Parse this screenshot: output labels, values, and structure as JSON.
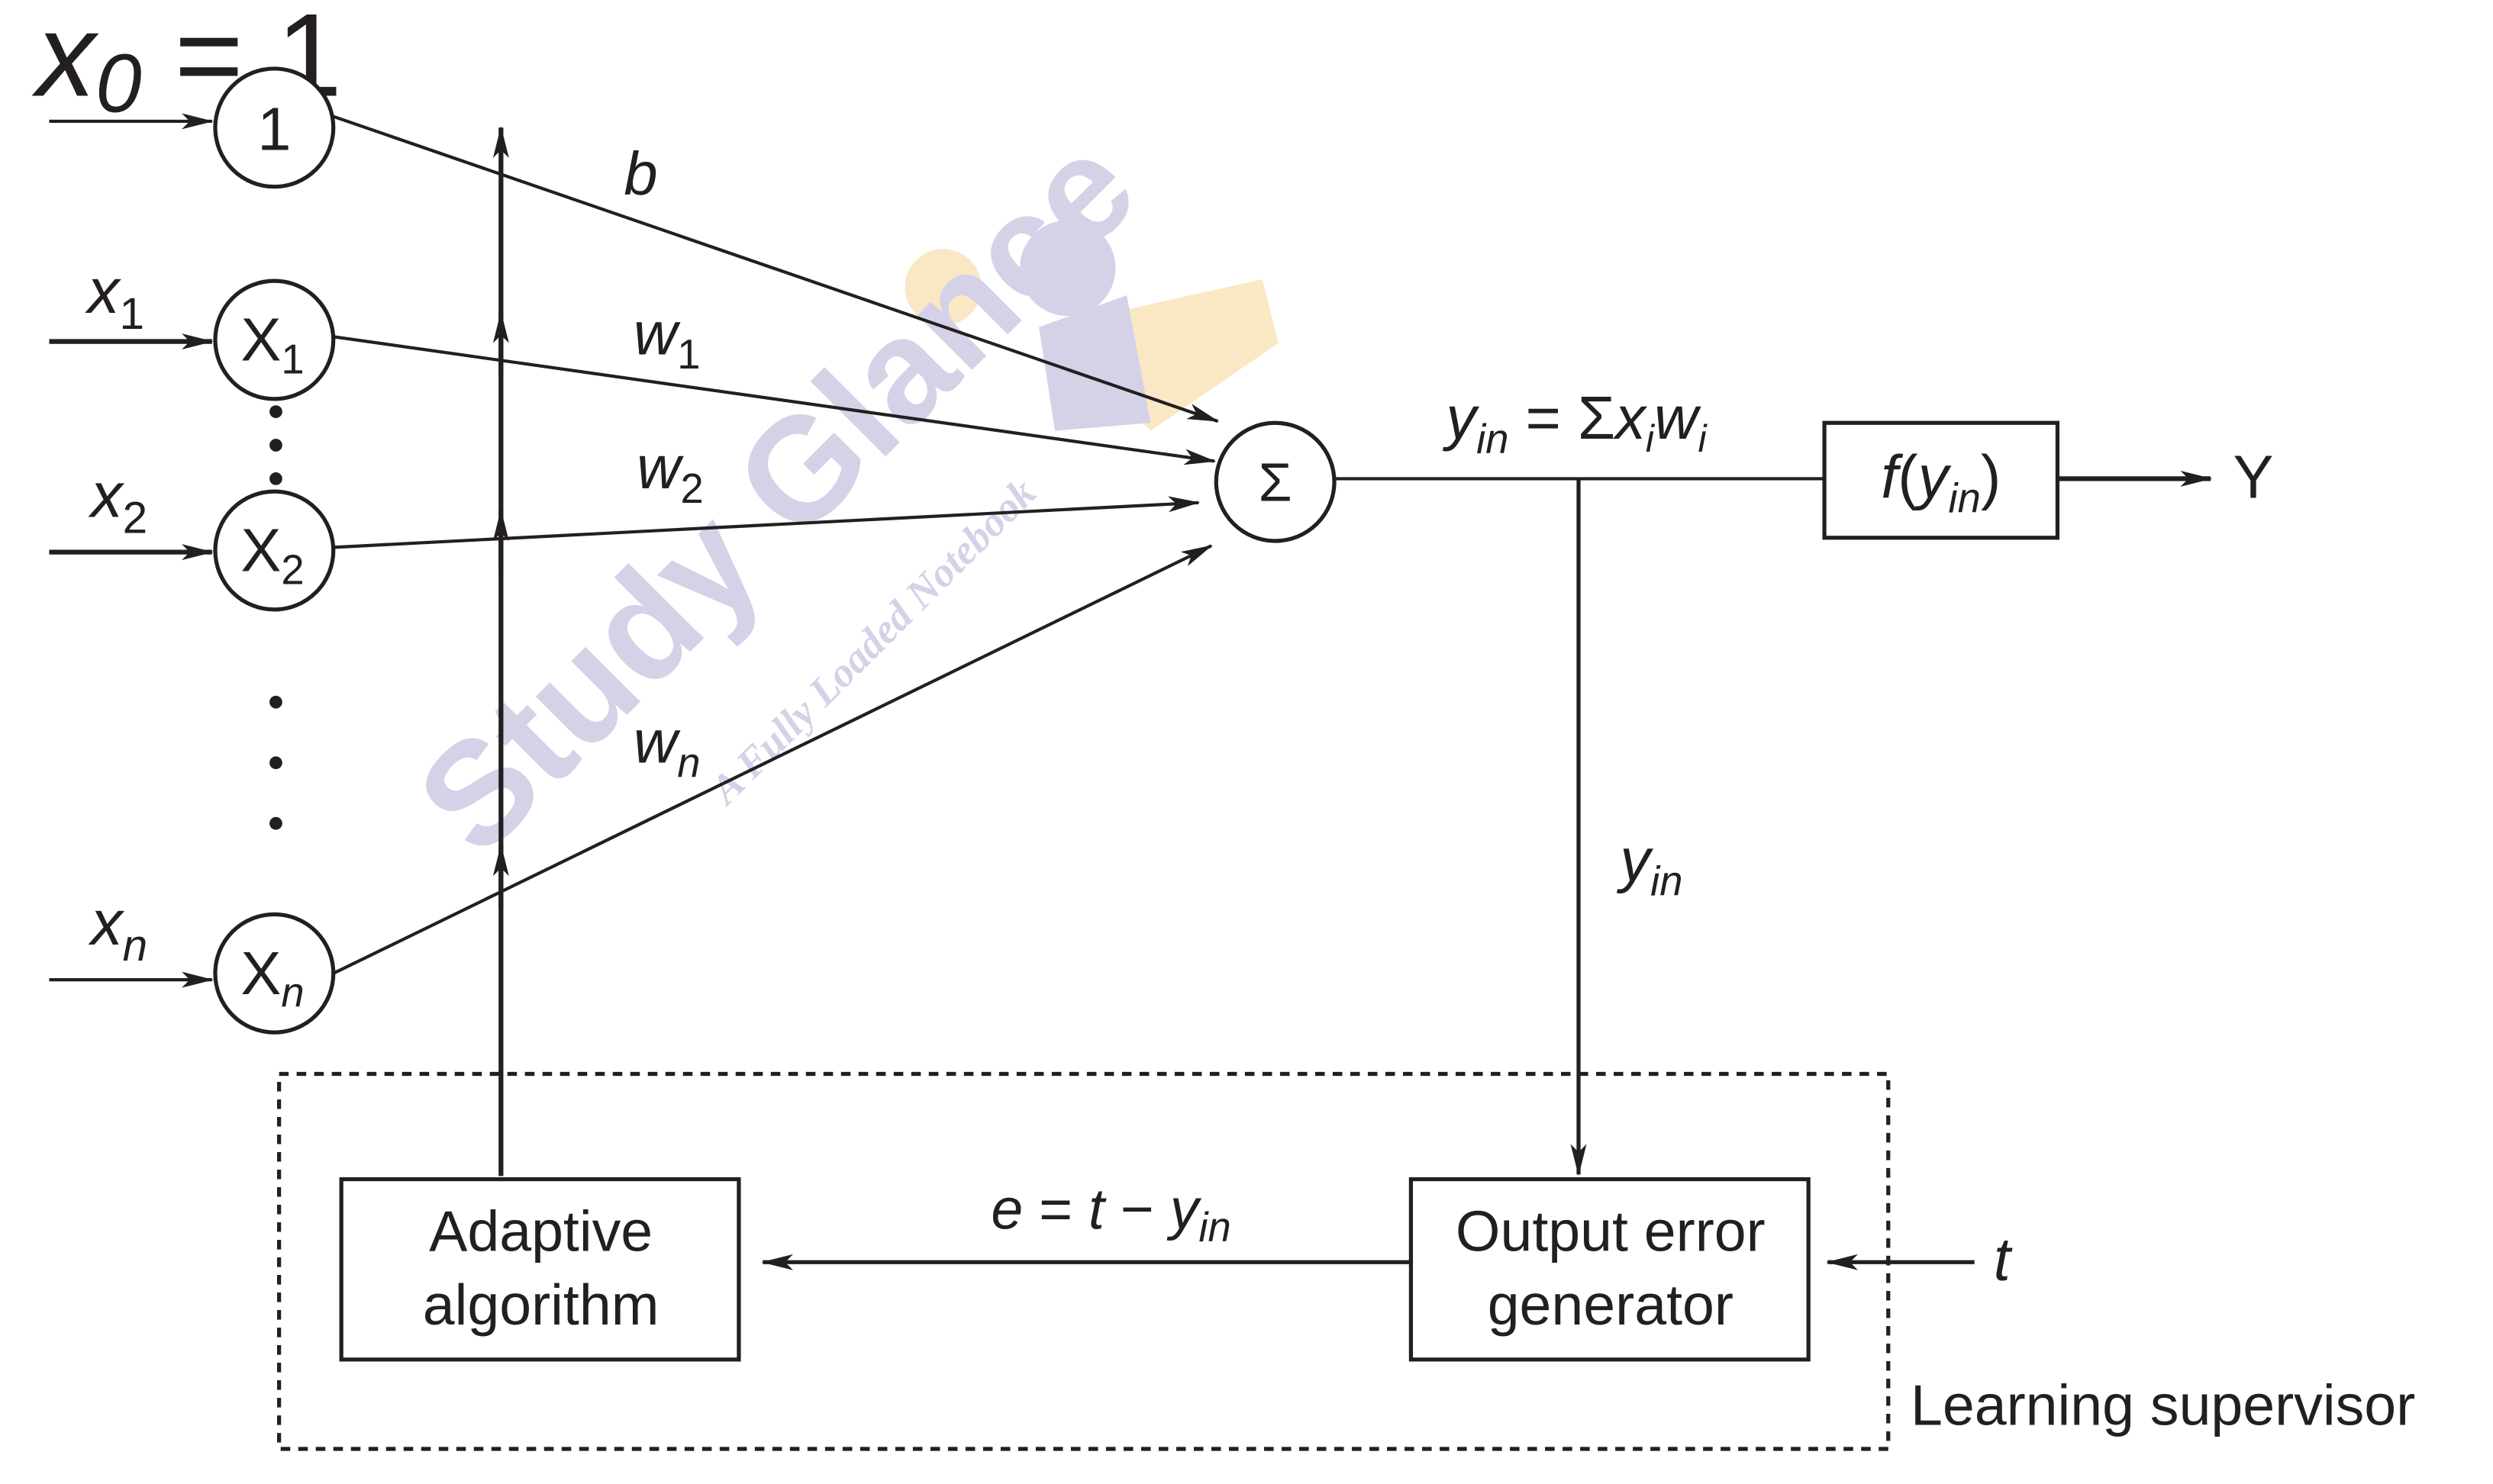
{
  "inputs": [
    {
      "signal": "x",
      "signal_sub": "0",
      "signal_suffix": " = 1",
      "node": "1",
      "node_sub": ""
    },
    {
      "signal": "x",
      "signal_sub": "1",
      "signal_suffix": "",
      "node": "X",
      "node_sub": "1"
    },
    {
      "signal": "x",
      "signal_sub": "2",
      "signal_suffix": "",
      "node": "X",
      "node_sub": "2"
    },
    {
      "signal": "x",
      "signal_sub": "n",
      "signal_suffix": "",
      "node": "X",
      "node_sub": "n"
    }
  ],
  "weights": [
    {
      "main": "b",
      "sub": ""
    },
    {
      "main": "w",
      "sub": "1"
    },
    {
      "main": "w",
      "sub": "2"
    },
    {
      "main": "w",
      "sub": "n"
    }
  ],
  "summation": {
    "symbol": "Σ",
    "net_label": {
      "y": "y",
      "y_sub": "in",
      "eq": " = Σ",
      "x": "x",
      "x_sub": "i",
      "w": "w",
      "w_sub": "i"
    }
  },
  "activation": {
    "f": "f",
    "open": "(",
    "y": "y",
    "y_sub": "in",
    "close": ")"
  },
  "output": "Y",
  "feedback_label": {
    "y": "y",
    "y_sub": "in"
  },
  "error_label": {
    "e": "e",
    "eq": " = ",
    "t": "t",
    "minus": " − ",
    "y": "y",
    "y_sub": "in"
  },
  "blocks": {
    "adaptive": [
      "Adaptive",
      "algorithm"
    ],
    "error_gen": [
      "Output error",
      "generator"
    ]
  },
  "target": "t",
  "supervisor_label": "Learning supervisor",
  "watermark": {
    "title": "Study Glance",
    "subtitle": "A Fully Loaded Notebook"
  }
}
